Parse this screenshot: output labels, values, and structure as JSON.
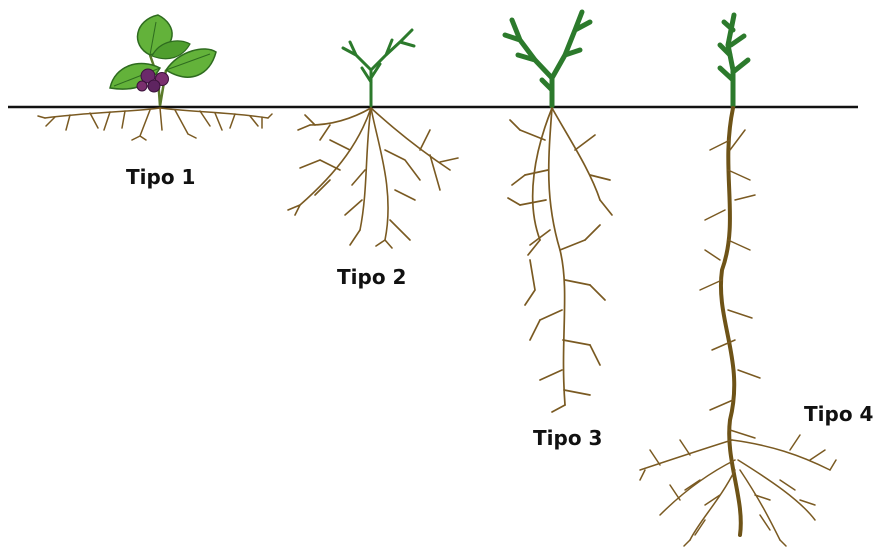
{
  "labels": [
    "Tipo 1",
    "Tipo 2",
    "Tipo 3",
    "Tipo 4"
  ],
  "colors": {
    "root": "#7a5a22",
    "taproot": "#6e5317",
    "stem_green": "#2c7a2c",
    "leaf_light": "#63b23a",
    "leaf_dark": "#2e6b1f",
    "berry": "#6b2a6b",
    "soil_line": "#111111"
  },
  "icons": [
    "strawberry-plant-icon",
    "sprout-icon",
    "sprout-icon",
    "sprout-icon"
  ]
}
